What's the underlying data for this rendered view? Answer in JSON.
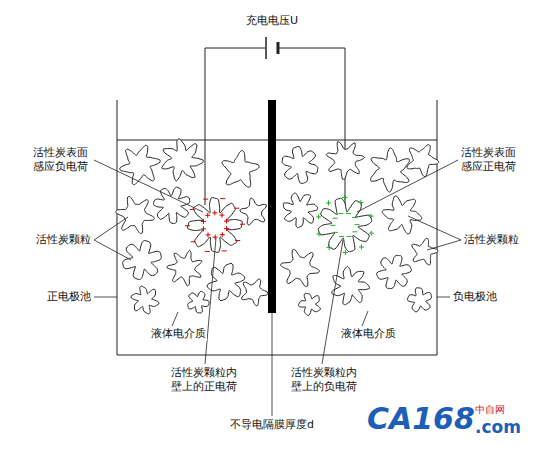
{
  "diagram": {
    "labels": [
      "充电电压U",
      "活性炭表面感应负电荷",
      "活性炭颗粒",
      "正电极池",
      "液体电介质",
      "活性炭颗粒内壁上的正电荷",
      "不导电隔膜厚度d",
      "活性炭颗粒内壁上的负电荷",
      "液体电介质",
      "活性炭表面感应正电荷",
      "活性炭颗粒",
      "负电极池",
      "CA168",
      "中自网",
      ".com"
    ]
  }
}
